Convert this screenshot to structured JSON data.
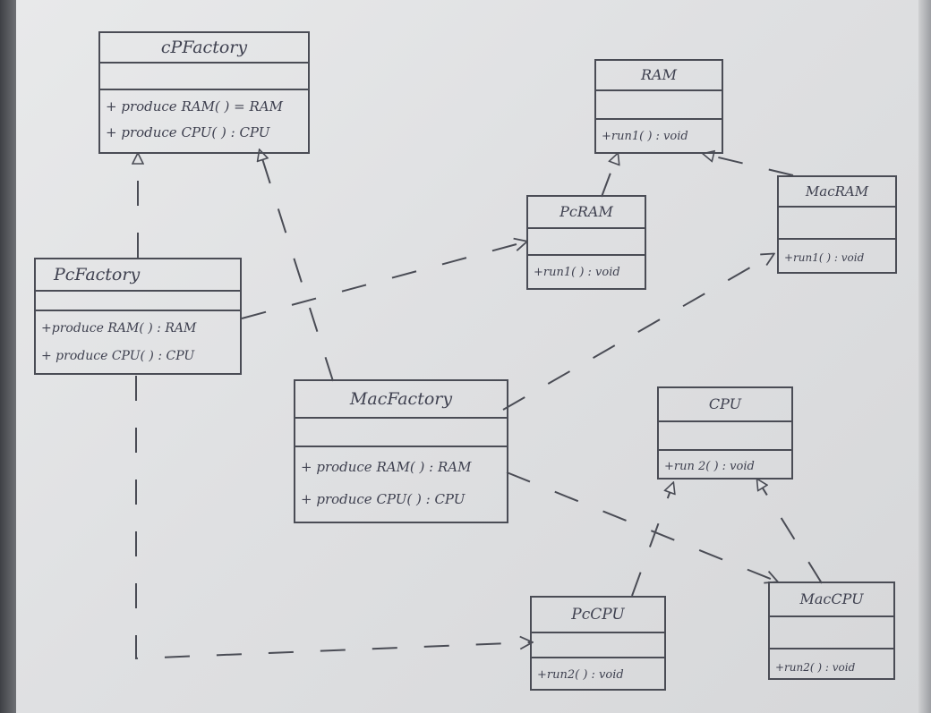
{
  "classes": {
    "cp_factory": {
      "name": "cPFactory",
      "ops": [
        "+ produce RAM( ) = RAM",
        "+ produce CPU( ) : CPU"
      ]
    },
    "pc_factory": {
      "name": "PcFactory",
      "ops": [
        "+produce RAM( ) : RAM",
        "+ produce CPU( ) : CPU"
      ]
    },
    "mac_factory": {
      "name": "MacFactory",
      "ops": [
        "+ produce RAM( ) : RAM",
        "+ produce CPU( ) : CPU"
      ]
    },
    "ram": {
      "name": "RAM",
      "ops": [
        "+run1( ) : void"
      ]
    },
    "pc_ram": {
      "name": "PcRAM",
      "ops": [
        "+run1( ) : void"
      ]
    },
    "mac_ram": {
      "name": "MacRAM",
      "ops": [
        "+run1( ) : void"
      ]
    },
    "cpu": {
      "name": "CPU",
      "ops": [
        "+run 2( ) : void"
      ]
    },
    "pc_cpu": {
      "name": "PcCPU",
      "ops": [
        "+run2( ) : void"
      ]
    },
    "mac_cpu": {
      "name": "MacCPU",
      "ops": [
        "+run2( ) : void"
      ]
    }
  },
  "colors": {
    "ink": "#4a4c55",
    "paper": "#e3e4e6"
  }
}
